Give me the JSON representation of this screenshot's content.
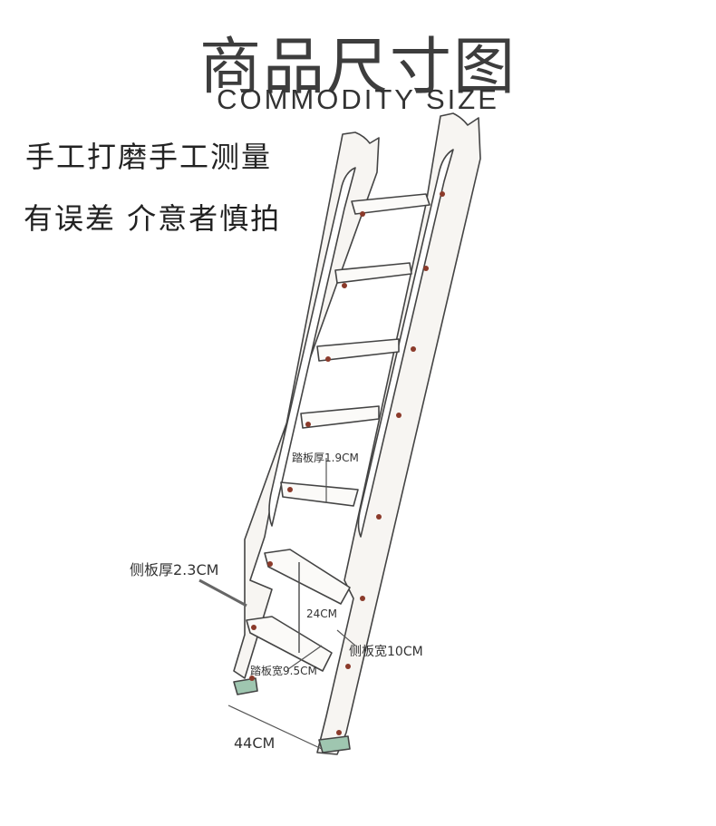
{
  "title": "商品尺寸图",
  "subtitle": "COMMODITY SIZE",
  "notes": [
    "手工打磨手工测量",
    "有误差  介意者慎拍"
  ],
  "dimensions": {
    "tread_thickness": "踏板厚1.9CM",
    "side_thickness": "侧板厚2.3CM",
    "step_spacing": "24CM",
    "side_width": "侧板宽10CM",
    "tread_width": "踏板宽9.5CM",
    "total_width": "44CM"
  }
}
